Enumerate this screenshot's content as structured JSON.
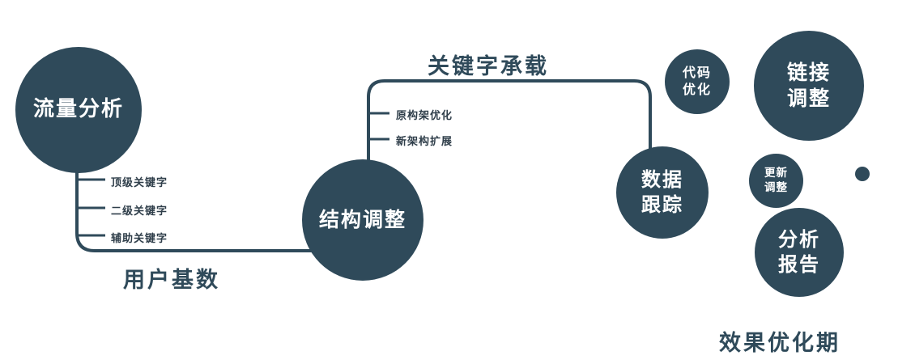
{
  "colors": {
    "primary": "#2f4a5a",
    "background": "#ffffff",
    "node_text": "#ffffff"
  },
  "nodes": {
    "traffic_analysis": {
      "label": "流量分析"
    },
    "structure_adjust": {
      "label": "结构调整"
    },
    "data_tracking": {
      "line1": "数据",
      "line2": "跟踪"
    },
    "code_optimization": {
      "line1": "代码",
      "line2": "优化"
    },
    "link_adjust": {
      "line1": "链接",
      "line2": "调整"
    },
    "update_adjust": {
      "line1": "更新",
      "line2": "调整"
    },
    "analysis_report": {
      "line1": "分析",
      "line2": "报告"
    }
  },
  "edge_labels": {
    "user_base": "用户基数",
    "keyword_carrying": "关键字承载"
  },
  "branch_labels": {
    "traffic": [
      "顶级关键字",
      "二级关键字",
      "辅助关键字"
    ],
    "structure": [
      "原构架优化",
      "新架构扩展"
    ]
  },
  "caption": "效果优化期"
}
